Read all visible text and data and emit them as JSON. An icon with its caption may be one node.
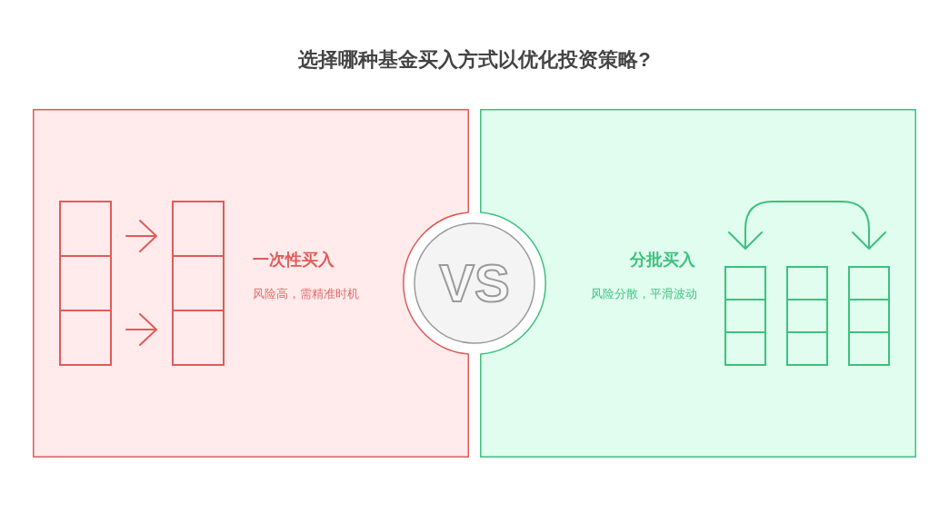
{
  "diagram": {
    "title": "选择哪种基金买入方式以优化投资策略?",
    "nodes": [
      {
        "text": [
          "一次性买入",
          "风险高，需精准时机"
        ]
      },
      {
        "text": [
          "分批买入",
          "风险分散，平滑波动"
        ]
      },
      {
        "text": [
          "VS"
        ]
      }
    ]
  }
}
